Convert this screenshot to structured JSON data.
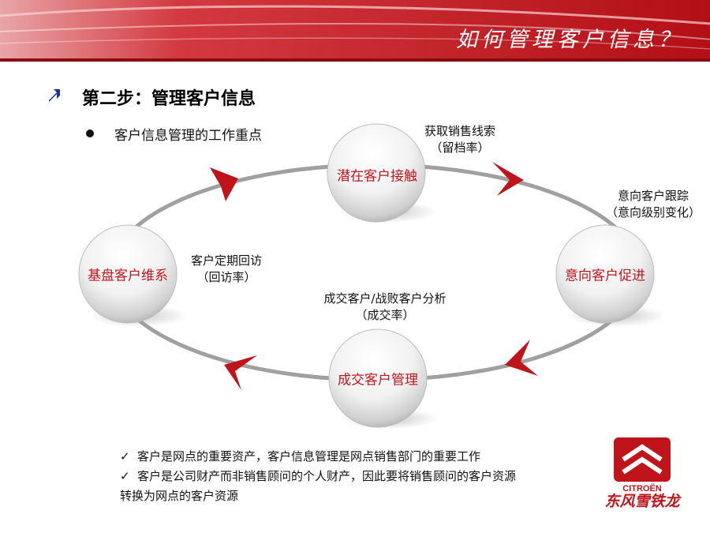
{
  "header": {
    "title": "如何管理客户信息？"
  },
  "section": {
    "heading": "第二步：管理客户信息"
  },
  "bullet": {
    "text": "客户信息管理的工作重点"
  },
  "cycle": {
    "nodes": [
      {
        "label": "潜在客户接触"
      },
      {
        "label": "意向客户促进"
      },
      {
        "label": "成交客户管理"
      },
      {
        "label": "基盘客户维系"
      }
    ],
    "captions": [
      {
        "line1": "获取销售线索",
        "line2": "（留档率）"
      },
      {
        "line1": "意向客户跟踪",
        "line2": "（意向级别变化）"
      },
      {
        "line1": "成交客户/战败客户分析",
        "line2": "（成交率）"
      },
      {
        "line1": "客户定期回访",
        "line2": "（回访率）"
      }
    ]
  },
  "notes": {
    "line1": "客户是网点的重要资产，客户信息管理是网点销售部门的重要工作",
    "line2": "客户是公司财产而非销售顾问的个人财产，因此要将销售顾问的客户资源",
    "line3": "转换为网点的客户资源",
    "check": "✓"
  },
  "logo": {
    "brand": "CITROËN",
    "dealer": "东风雪铁龙"
  },
  "colors": {
    "accent": "#c0141b",
    "header": "#b51016",
    "ring": "#9a9a9a",
    "icon": "#1a2ea8"
  }
}
